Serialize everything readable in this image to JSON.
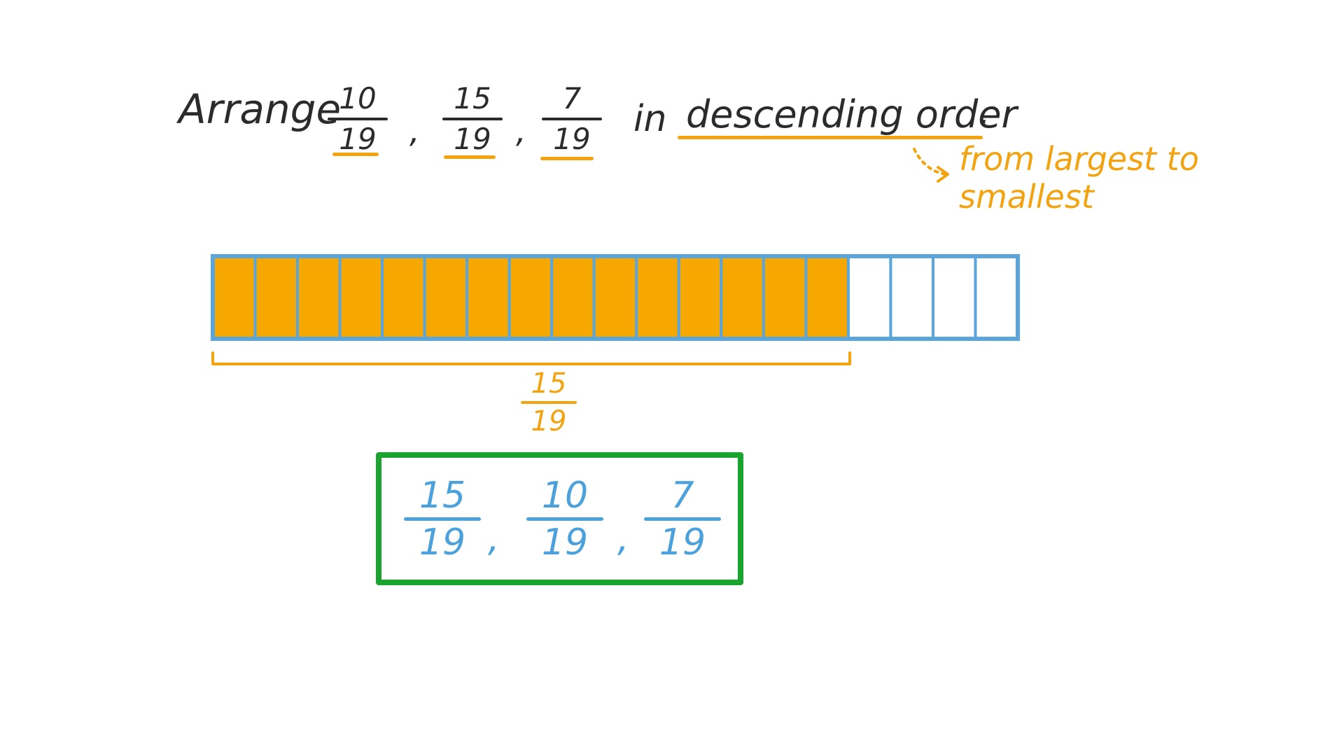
{
  "problem": {
    "prefix": "Arrange",
    "fractions": [
      {
        "num": "10",
        "den": "19"
      },
      {
        "num": "15",
        "den": "19"
      },
      {
        "num": "7",
        "den": "19"
      }
    ],
    "separator": ",",
    "connector": "in",
    "phrase": "descending order",
    "period": "."
  },
  "note": "from largest to smallest",
  "bar_model": {
    "total_parts": 19,
    "shaded_parts": 15,
    "brace_label": {
      "num": "15",
      "den": "19"
    }
  },
  "answer": {
    "fractions": [
      {
        "num": "15",
        "den": "19"
      },
      {
        "num": "10",
        "den": "19"
      },
      {
        "num": "7",
        "den": "19"
      }
    ],
    "separator": ","
  },
  "colors": {
    "shade": "#f6a800",
    "cell_border": "#5aa5dc",
    "highlight": "#f2a30f",
    "answer_text": "#4aa1dc",
    "answer_border": "#1aa32e",
    "ink": "#2b2b2b"
  }
}
